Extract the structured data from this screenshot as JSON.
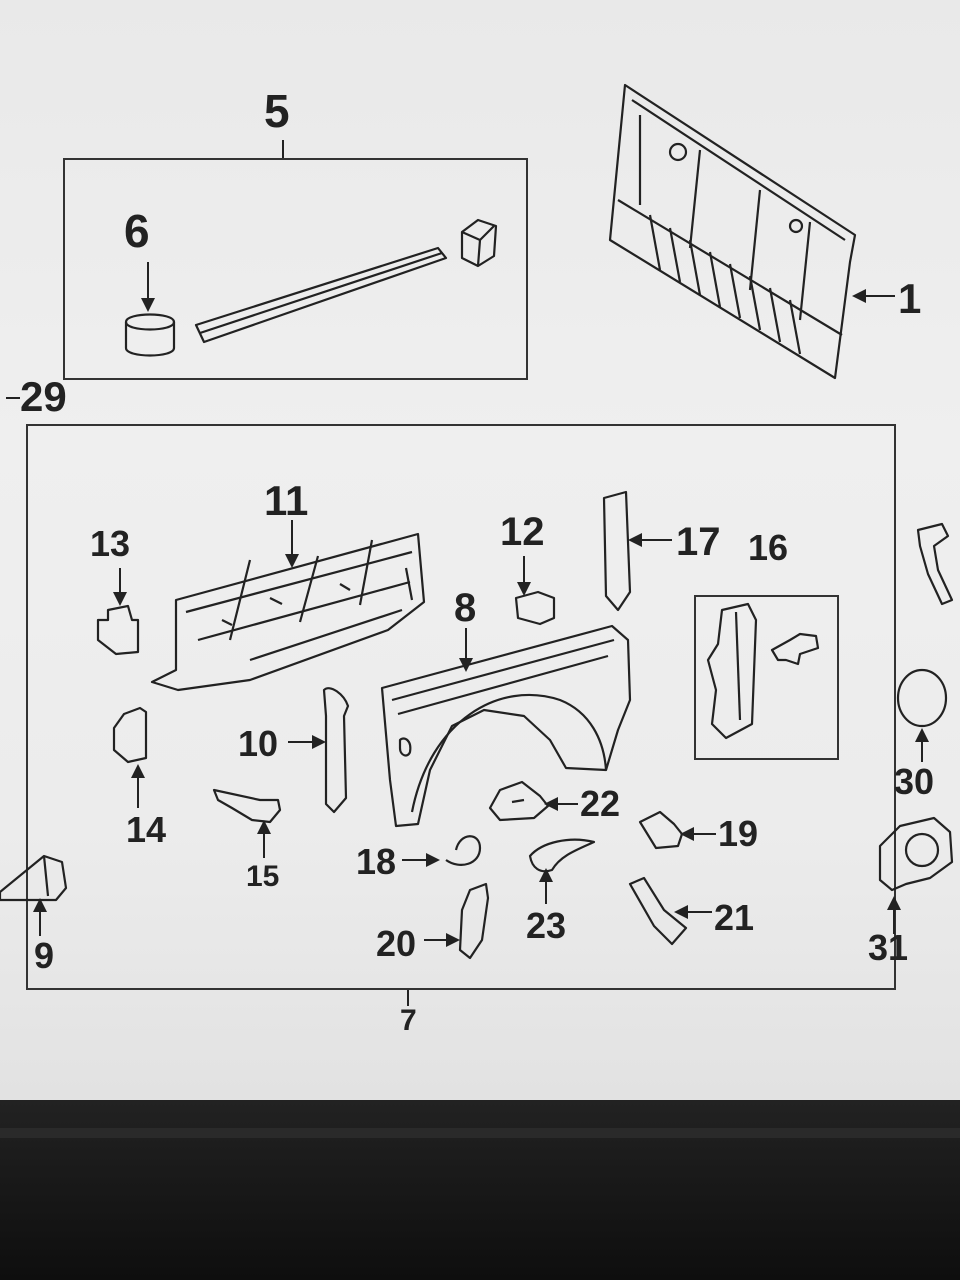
{
  "labels": {
    "l1": "1",
    "l5": "5",
    "l6": "6",
    "l7": "7",
    "l8": "8",
    "l9": "9",
    "l10": "10",
    "l11": "11",
    "l12": "12",
    "l13": "13",
    "l14": "14",
    "l15": "15",
    "l16": "16",
    "l17": "17",
    "l18": "18",
    "l19": "19",
    "l20": "20",
    "l21": "21",
    "l22": "22",
    "l23": "23",
    "l29": "29",
    "l30": "30",
    "l31": "31"
  }
}
